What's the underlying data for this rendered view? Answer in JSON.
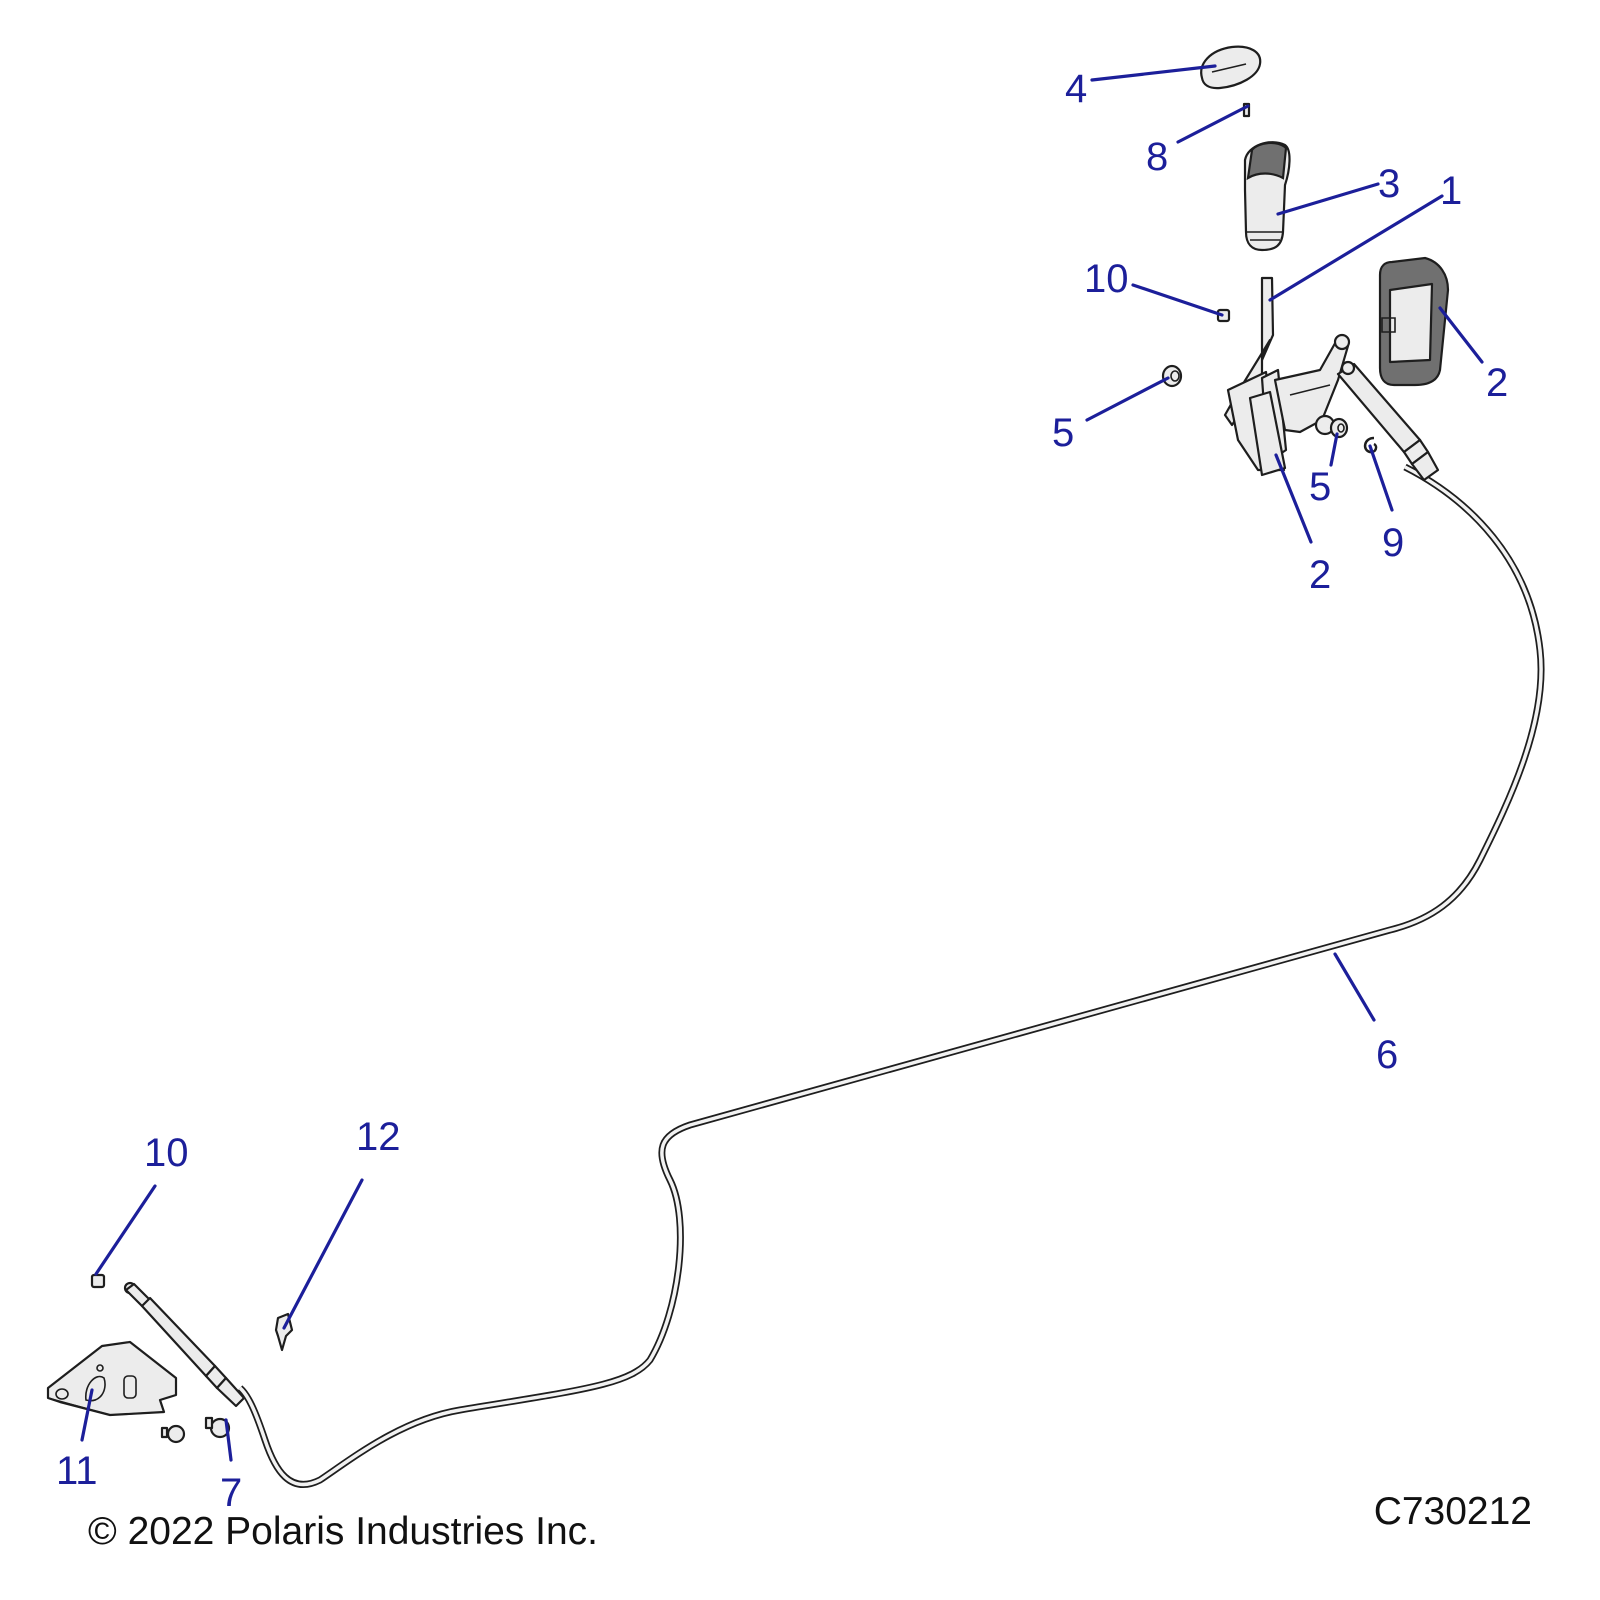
{
  "callouts": [
    {
      "id": "c4",
      "label": "4"
    },
    {
      "id": "c8",
      "label": "8"
    },
    {
      "id": "c3",
      "label": "3"
    },
    {
      "id": "c1",
      "label": "1"
    },
    {
      "id": "c10a",
      "label": "10"
    },
    {
      "id": "c2a",
      "label": "2"
    },
    {
      "id": "c5a",
      "label": "5"
    },
    {
      "id": "c5b",
      "label": "5"
    },
    {
      "id": "c9",
      "label": "9"
    },
    {
      "id": "c2b",
      "label": "2"
    },
    {
      "id": "c6",
      "label": "6"
    },
    {
      "id": "c10b",
      "label": "10"
    },
    {
      "id": "c12",
      "label": "12"
    },
    {
      "id": "c11",
      "label": "11"
    },
    {
      "id": "c7",
      "label": "7"
    }
  ],
  "footer": {
    "copyright": "© 2022 Polaris Industries Inc.",
    "drawing_id": "C730212"
  }
}
